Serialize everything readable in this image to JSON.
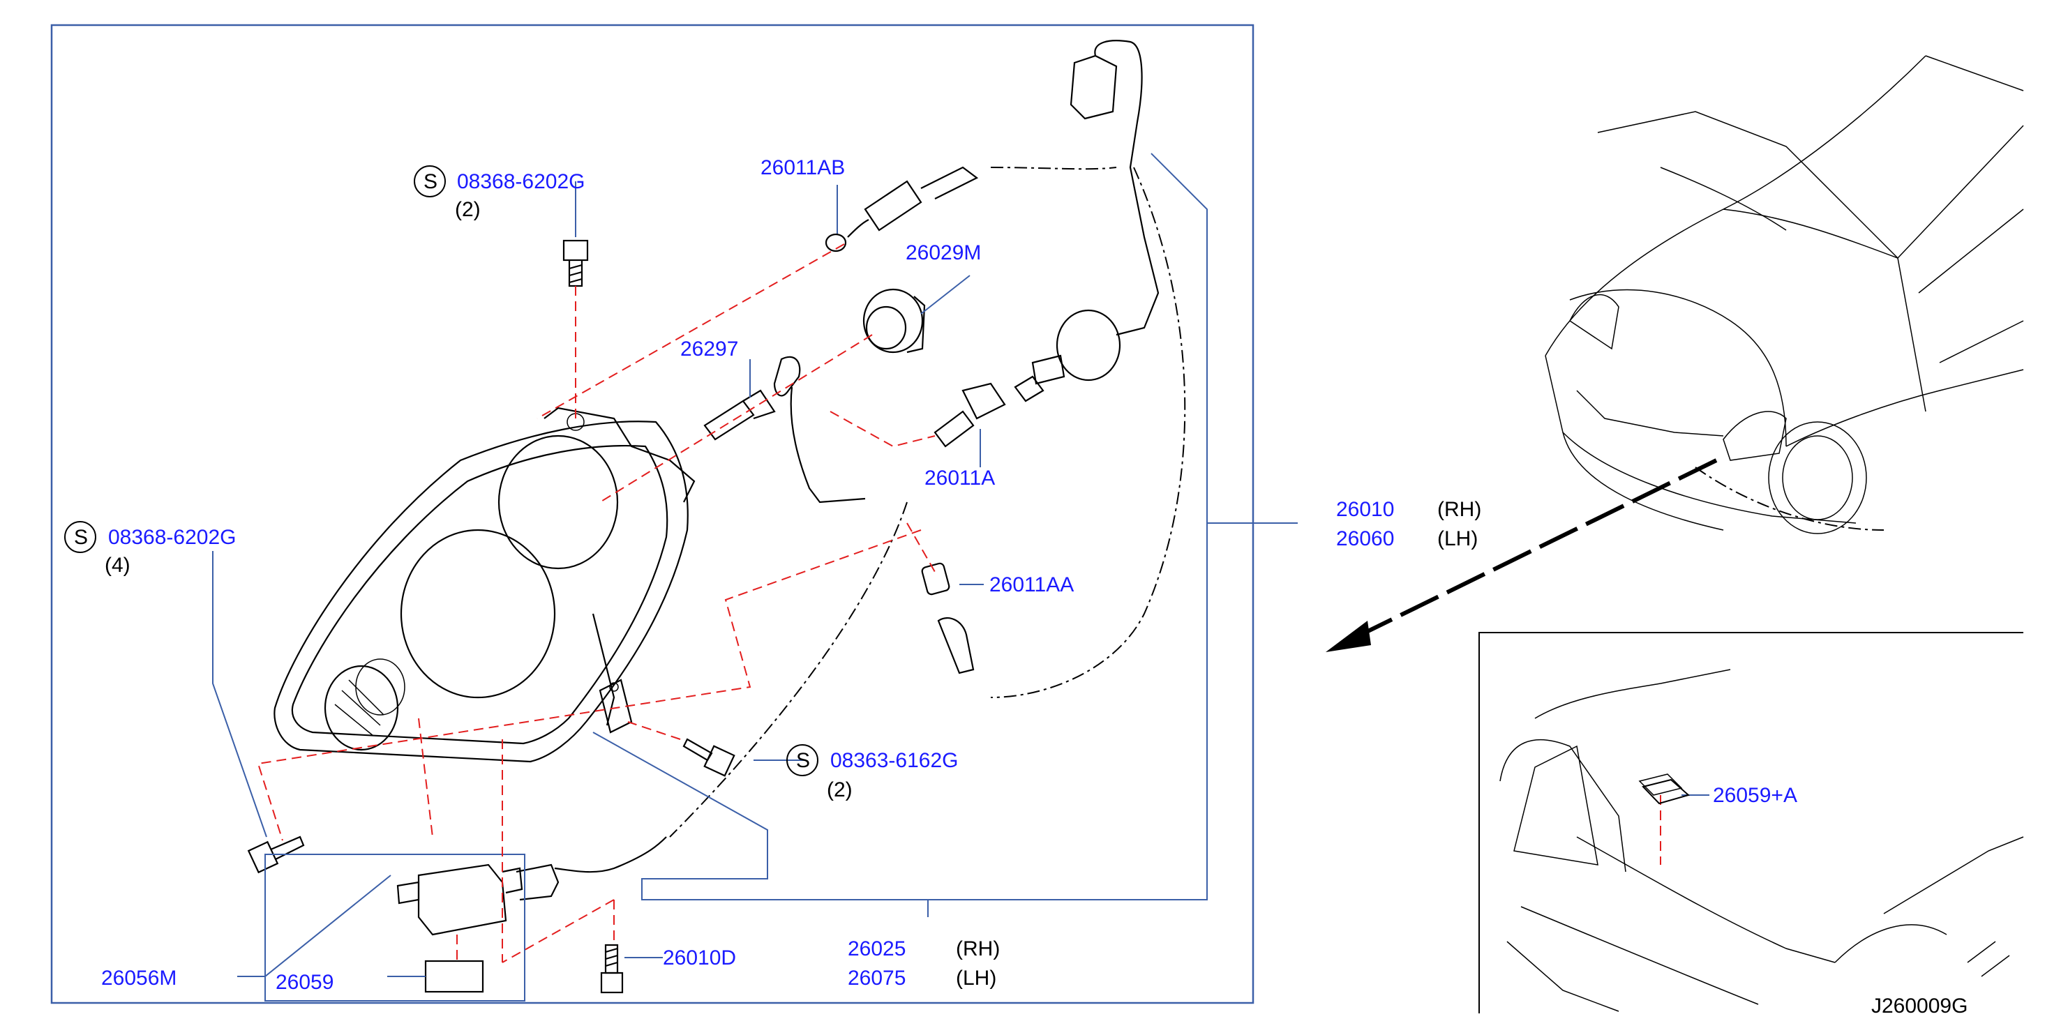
{
  "diagram": {
    "code": "J260009G",
    "callouts": {
      "screw_top": {
        "symbol": "S",
        "part": "08368-6202G",
        "qty": "(2)"
      },
      "screw_left": {
        "symbol": "S",
        "part": "08368-6202G",
        "qty": "(4)"
      },
      "screw_right": {
        "symbol": "S",
        "part": "08363-6162G",
        "qty": "(2)"
      },
      "bulb_side": "26011AB",
      "socket_cap": "26029M",
      "bulb_low": "26297",
      "bulb_high": "26011A",
      "bulb_turn": "26011AA",
      "assembly_rh": {
        "part": "26010",
        "side": "(RH)"
      },
      "assembly_lh": {
        "part": "26060",
        "side": "(LH)"
      },
      "housing_rh": {
        "part": "26025",
        "side": "(RH)"
      },
      "housing_lh": {
        "part": "26075",
        "side": "(LH)"
      },
      "ballast_unit": "26056M",
      "ballast_label": "26059",
      "aim_bolt": "26010D",
      "caution_label": "26059+A"
    }
  }
}
